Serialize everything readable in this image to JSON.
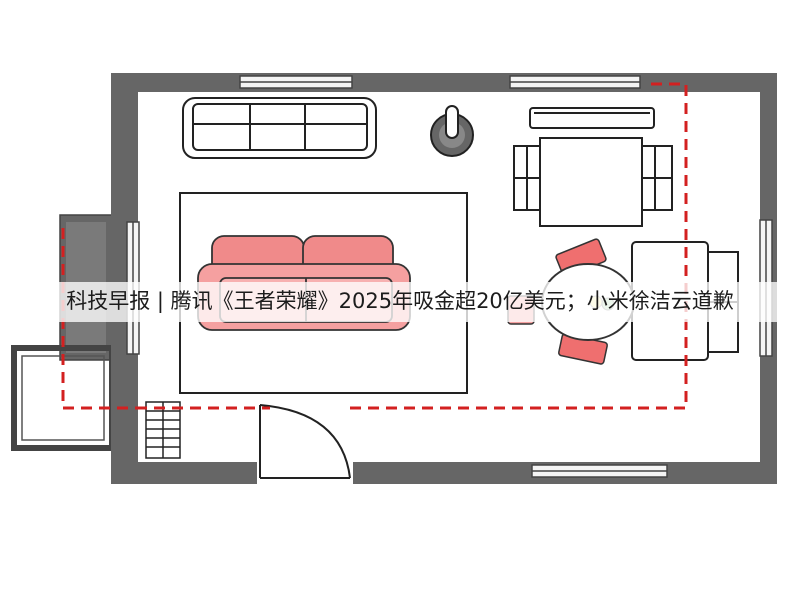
{
  "headline": "科技早报 | 腾讯《王者荣耀》2025年吸金超20亿美元；小米徐洁云道歉",
  "colors": {
    "wall": "#666666",
    "floor": "#ffffff",
    "outline": "#222222",
    "accent_furniture": "#f08a8a",
    "path_line": "#d32020",
    "window_frame": "#f4f4f4"
  },
  "elements": [
    "sofa-3-seat",
    "lamp",
    "shelf",
    "dining-table",
    "tv-cabinet",
    "rug",
    "loveseat",
    "round-table",
    "dining-chairs",
    "door",
    "stairs",
    "balcony",
    "windows",
    "walking-path"
  ]
}
